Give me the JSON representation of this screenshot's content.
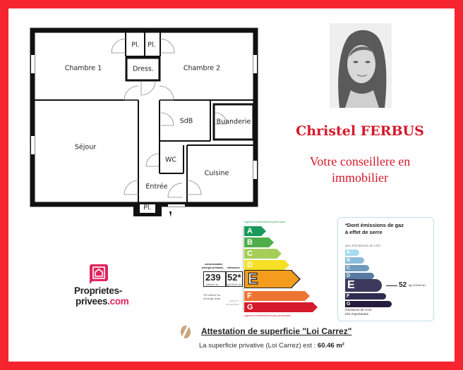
{
  "agent": {
    "name": "Christel FERBUS",
    "role_line1": "Votre conseillere en",
    "role_line2": "immobilier",
    "photo_alt": "agent-portrait"
  },
  "brand": {
    "logo_line1": "Proprietes-",
    "logo_line2_a": "privees",
    "logo_line2_b": ".com",
    "border_color": "#f5242f",
    "accent_color": "#e0245e"
  },
  "floor_plan": {
    "rooms": [
      {
        "label": "Chambre 1"
      },
      {
        "label": "Chambre 2"
      },
      {
        "label": "Pl."
      },
      {
        "label": "Pl."
      },
      {
        "label": "Dress."
      },
      {
        "label": "SdB"
      },
      {
        "label": "Buanderie"
      },
      {
        "label": "Séjour"
      },
      {
        "label": "WC"
      },
      {
        "label": "Cuisine"
      },
      {
        "label": "Entrée"
      },
      {
        "label": "Pl."
      }
    ]
  },
  "dpe": {
    "top_label": "logement extrêmement performant",
    "bottom_label": "logement extrêmement peu performant",
    "consumption_header": "consommation",
    "consumption_sub": "(énergie primaire)",
    "emissions_header": "émissions",
    "consumption_value": "239",
    "consumption_unit": "kWh/m².an",
    "emissions_value": "52*",
    "emissions_unit": "kgCO2/m².an",
    "final_energy": "232 kWh/m².an",
    "final_energy_sub": "d'énergie finale",
    "passoire_1": "passoire",
    "passoire_2": "énergétique",
    "rating": "E",
    "classes": [
      {
        "letter": "A",
        "color": "#1a9a5a"
      },
      {
        "letter": "B",
        "color": "#4fae4c"
      },
      {
        "letter": "C",
        "color": "#a6cf5a"
      },
      {
        "letter": "D",
        "color": "#f6e025"
      },
      {
        "letter": "E",
        "color": "#f39c1d"
      },
      {
        "letter": "F",
        "color": "#ee7433"
      },
      {
        "letter": "G",
        "color": "#d6192b"
      }
    ]
  },
  "ges": {
    "title_line1": "*Dont émissions de gaz",
    "title_line2": "à effet de serre",
    "low_label": "peu d'émissions de CO2",
    "high_label_1": "émissions de CO2",
    "high_label_2": "très importantes",
    "rating": "E",
    "value": "52",
    "unit": "kg CO2/m².an",
    "classes": [
      {
        "letter": "A",
        "color": "#a4dbf0"
      },
      {
        "letter": "B",
        "color": "#8bbcd9"
      },
      {
        "letter": "C",
        "color": "#6f9abd"
      },
      {
        "letter": "D",
        "color": "#587aa0"
      },
      {
        "letter": "E",
        "color": "#3c3a5c"
      },
      {
        "letter": "F",
        "color": "#302c4f"
      },
      {
        "letter": "G",
        "color": "#241c3c"
      }
    ]
  },
  "carrez": {
    "title": "Attestation de superficie \"Loi Carrez\"",
    "text": "La superficie privative (Loi Carrez) est : ",
    "value": "60.46 m²"
  }
}
